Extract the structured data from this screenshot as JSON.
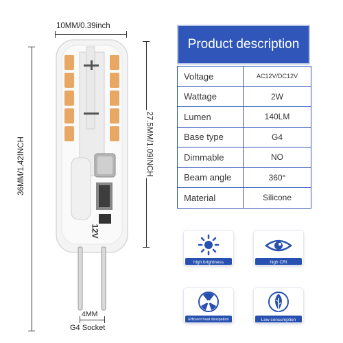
{
  "dimensions": {
    "width_label": "10MM/0.39inch",
    "total_height_label": "36MM/1.42INCH",
    "body_height_label": "27.5MM/1.09INCH",
    "pin_spacing_label": "4MM",
    "socket_label": "G4 Socket"
  },
  "bulb": {
    "pcb_print": "12V"
  },
  "spec": {
    "title": "Product description",
    "rows": [
      {
        "label": "Voltage",
        "value": "AC12V/DC12V"
      },
      {
        "label": "Wattage",
        "value": "2W"
      },
      {
        "label": "Lumen",
        "value": "140LM"
      },
      {
        "label": "Base type",
        "value": "G4"
      },
      {
        "label": "Dimmable",
        "value": "NO"
      },
      {
        "label": "Beam angle",
        "value": "360°"
      },
      {
        "label": "Material",
        "value": "Silicone"
      }
    ]
  },
  "features": [
    {
      "icon": "sun-icon",
      "label": "high brightness"
    },
    {
      "icon": "eye-icon",
      "label": "high CRI"
    },
    {
      "icon": "fan-icon",
      "label": "Efficient heat dissipation"
    },
    {
      "icon": "leaf-icon",
      "label": "Low consumption"
    }
  ],
  "colors": {
    "accent": "#2f56b8",
    "led": "#e8a35a"
  }
}
